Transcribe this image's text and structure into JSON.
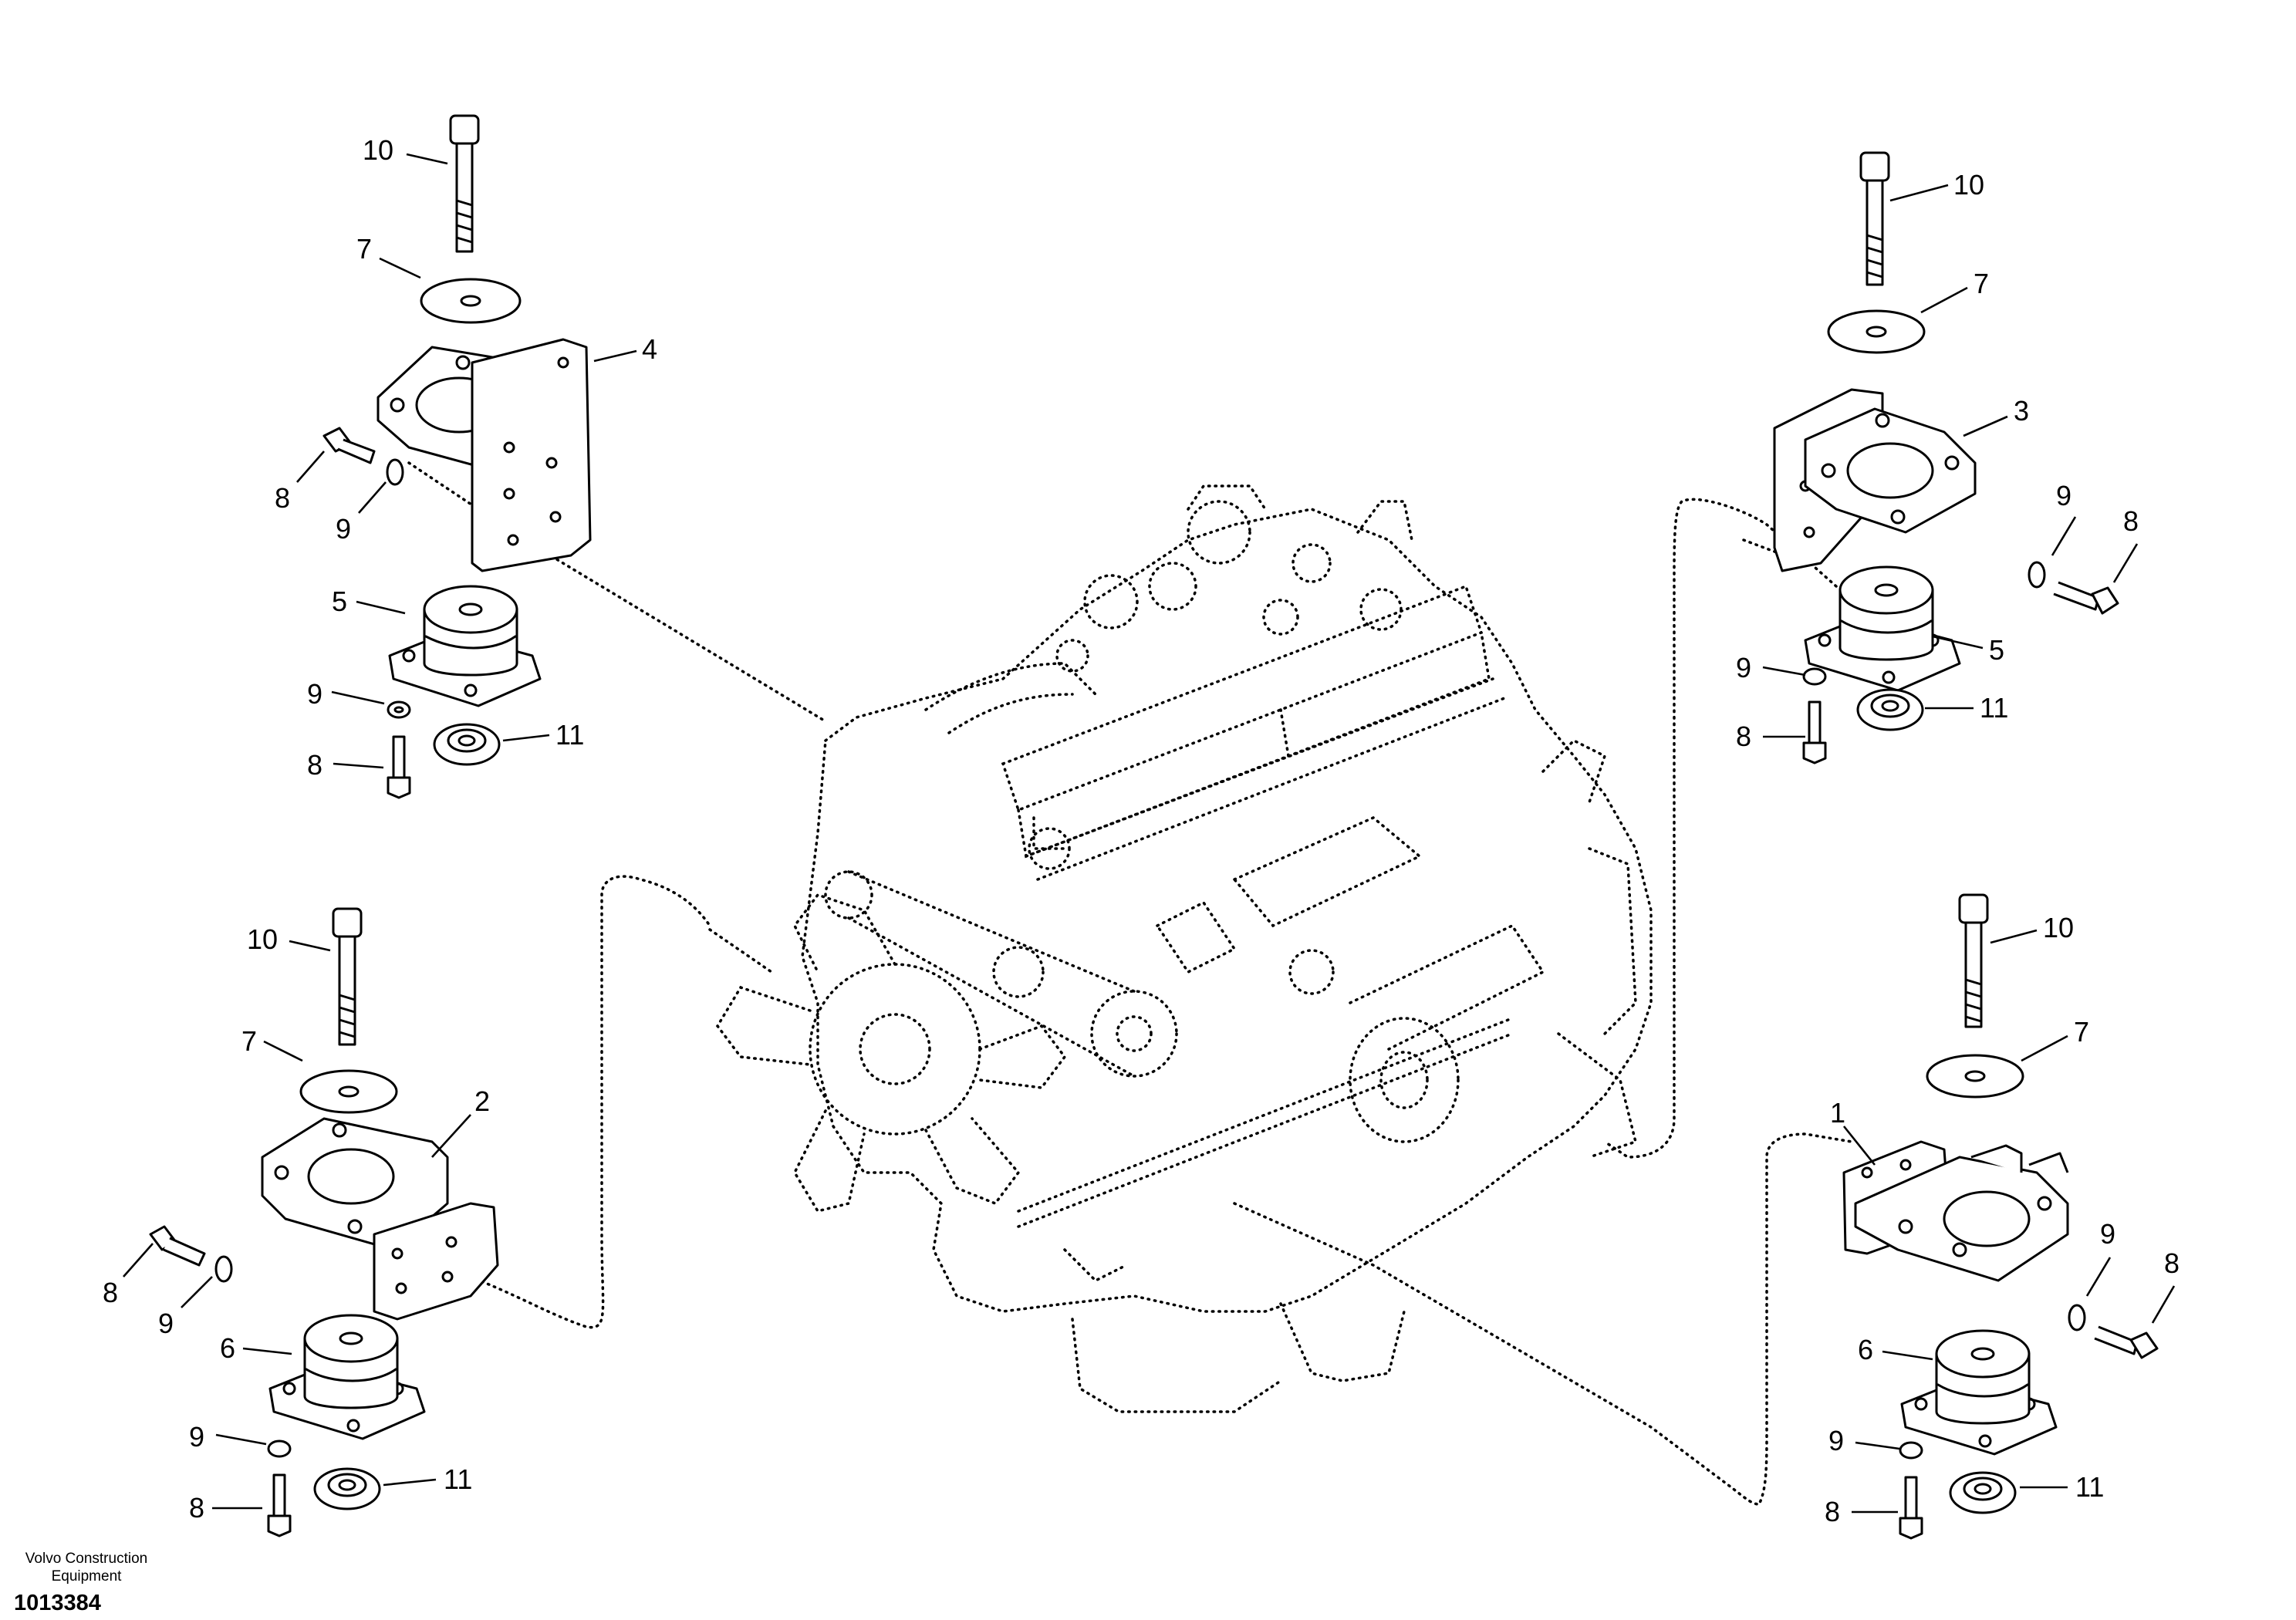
{
  "brand": {
    "line1": "Volvo Construction",
    "line2": "Equipment"
  },
  "document_number": "1013384",
  "callouts": {
    "bolt": "10",
    "washer": "7",
    "bracket_front_left": "4",
    "bracket_rear_left": "2",
    "bracket_front_right": "3",
    "bracket_rear_right": "1",
    "mount_front": "5",
    "mount_rear": "6",
    "screw": "8",
    "lock_washer": "9",
    "spacer": "11"
  }
}
